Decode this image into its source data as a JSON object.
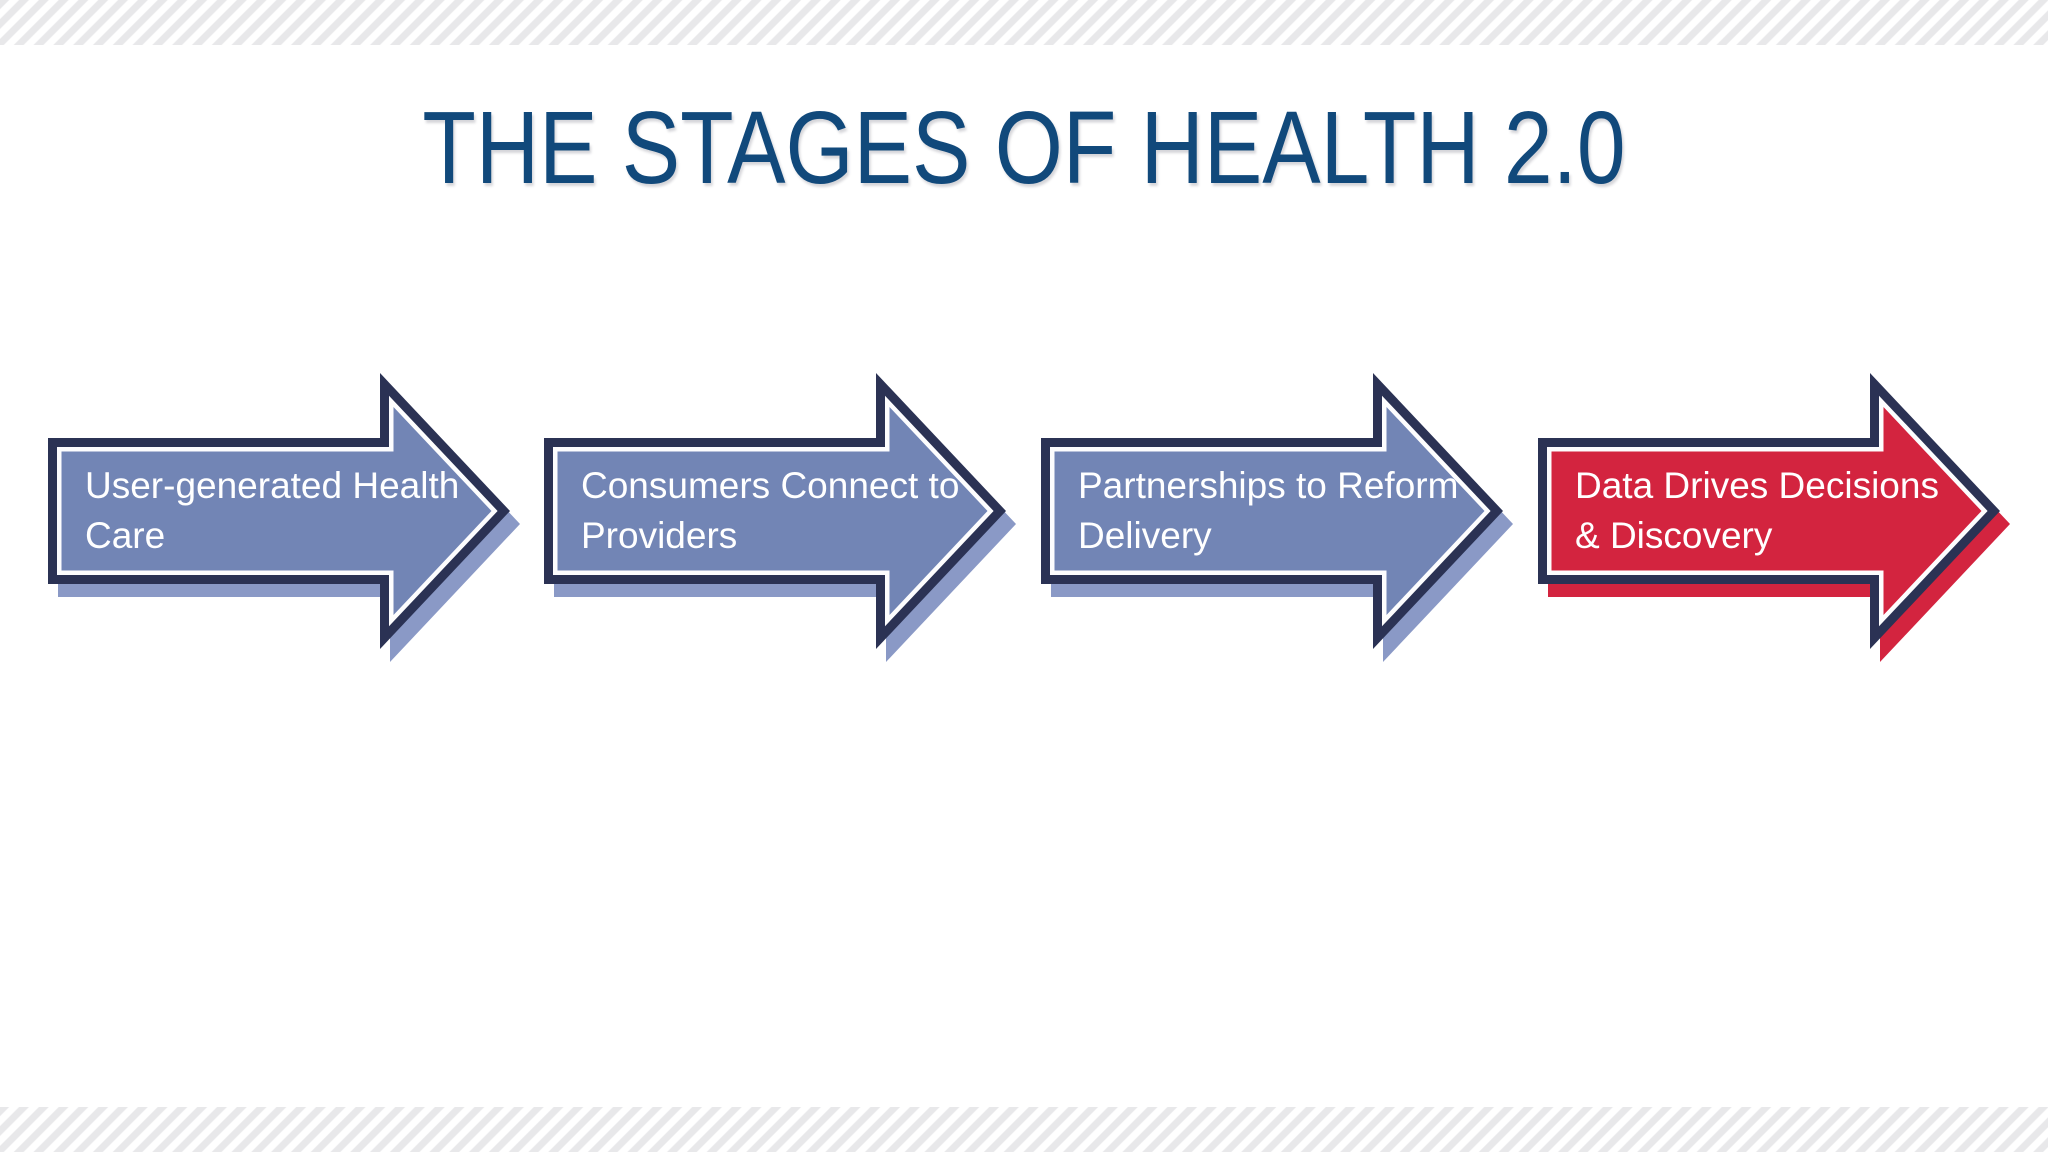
{
  "slide": {
    "title": "THE STAGES OF HEALTH 2.0",
    "title_color": "#11497b",
    "background_color": "#ffffff",
    "stripe_color": "#e8e8ea"
  },
  "diagram": {
    "type": "process-arrows",
    "direction": "right",
    "arrow_outline_color": "#2b3254",
    "arrow_inner_line_color": "#fdfdfe",
    "stages": [
      {
        "label": "User-generated Health Care",
        "lines": [
          "User-generated Health",
          "Care"
        ],
        "fill": "#7285b5",
        "shadow": "#8a99c6",
        "text_color": "#ffffff"
      },
      {
        "label": "Consumers Connect to Providers",
        "lines": [
          "Consumers Connect to",
          "Providers"
        ],
        "fill": "#7285b5",
        "shadow": "#8a99c6",
        "text_color": "#ffffff"
      },
      {
        "label": "Partnerships to Reform Delivery",
        "lines": [
          "Partnerships to Reform",
          "Delivery"
        ],
        "fill": "#7285b5",
        "shadow": "#8a99c6",
        "text_color": "#ffffff"
      },
      {
        "label": "Data Drives Decisions & Discovery",
        "lines": [
          "Data Drives Decisions",
          "& Discovery"
        ],
        "fill": "#d3243f",
        "shadow": "#d3243f",
        "text_color": "#ffffff"
      }
    ]
  }
}
